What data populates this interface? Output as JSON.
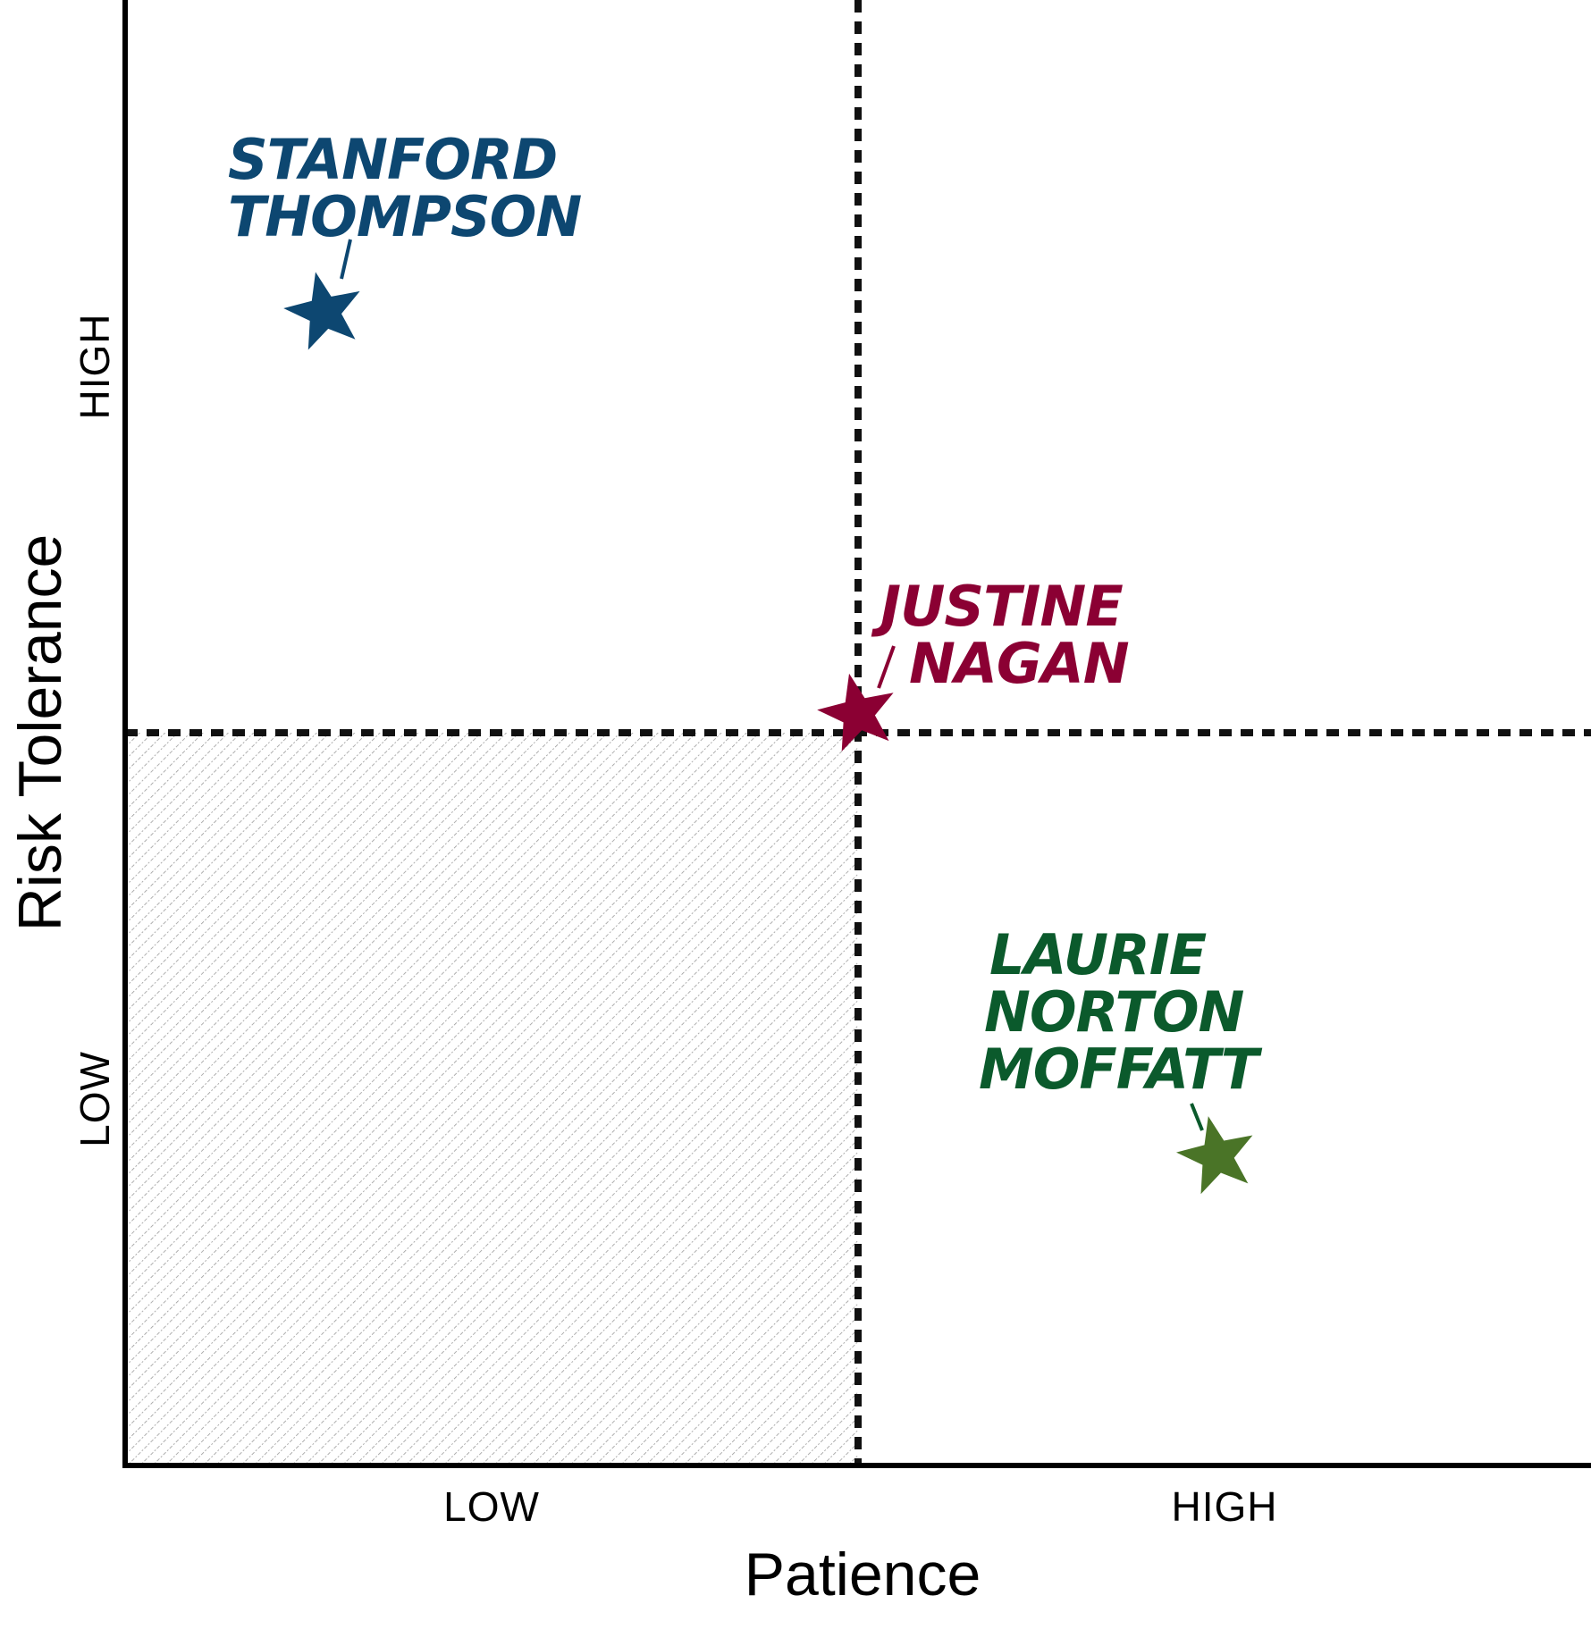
{
  "chart_data": {
    "type": "scatter",
    "xlabel": "Patience",
    "ylabel": "Risk Tolerance",
    "xlim": [
      0,
      1
    ],
    "ylim": [
      0,
      1
    ],
    "grid": false,
    "x_tick_labels": [
      "LOW",
      "HIGH"
    ],
    "y_tick_labels": [
      "LOW",
      "HIGH"
    ],
    "x_divider": 0.5,
    "y_divider": 0.5,
    "shaded_quadrant": "low-low",
    "points": [
      {
        "label_lines": [
          "STANFORD",
          "THOMPSON"
        ],
        "x": 0.136,
        "y": 0.787,
        "color": "#0d4771",
        "marker": "star"
      },
      {
        "label_lines": [
          "JUSTINE",
          "NAGAN"
        ],
        "x": 0.5,
        "y": 0.513,
        "color": "#8b0033",
        "marker": "star"
      },
      {
        "label_lines": [
          "LAURIE",
          "NORTON",
          "MOFFATT"
        ],
        "x": 0.745,
        "y": 0.211,
        "color": "#4a7427",
        "label_color": "#0b5a2c",
        "marker": "star"
      }
    ]
  }
}
